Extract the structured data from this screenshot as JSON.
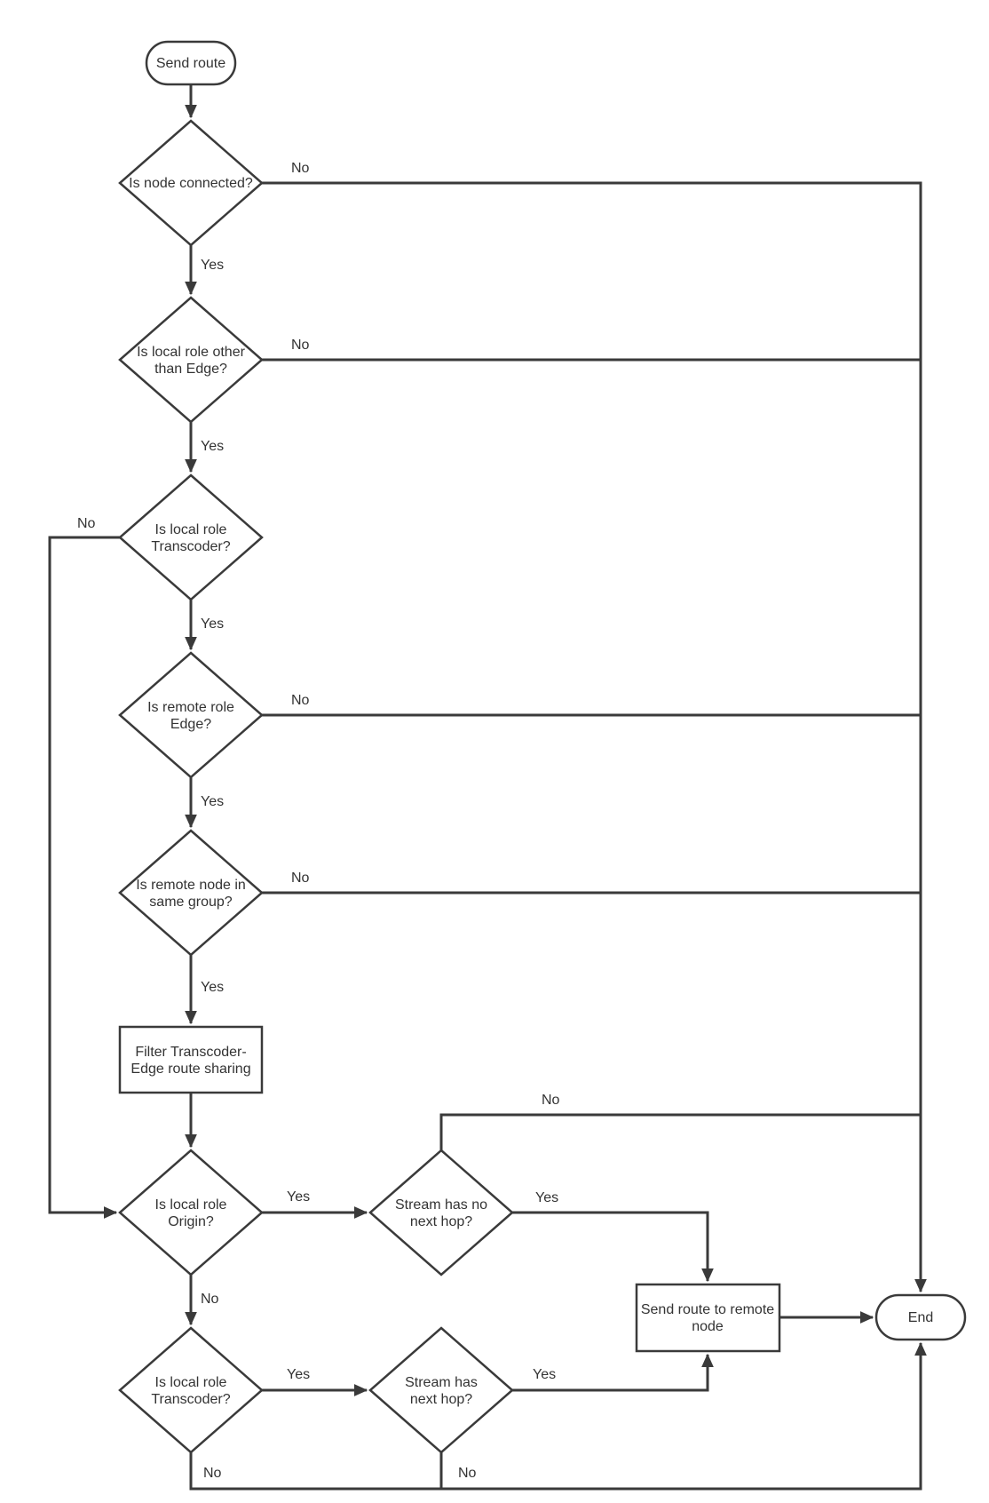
{
  "diagram": {
    "type": "flowchart",
    "colors": {
      "stroke": "#3a3a3a",
      "text": "#333333",
      "node_fill": "#ffffff",
      "background": "#ffffff"
    },
    "nodes": {
      "start": {
        "shape": "terminator",
        "label": "Send route"
      },
      "is_node_connected": {
        "shape": "decision",
        "lines": [
          "Is node connected?"
        ]
      },
      "is_local_role_other_than_edge": {
        "shape": "decision",
        "lines": [
          "Is local role other",
          "than Edge?"
        ]
      },
      "is_local_role_transcoder": {
        "shape": "decision",
        "lines": [
          "Is local role",
          "Transcoder?"
        ]
      },
      "is_remote_role_edge": {
        "shape": "decision",
        "lines": [
          "Is remote role",
          "Edge?"
        ]
      },
      "is_remote_node_in_same_group": {
        "shape": "decision",
        "lines": [
          "Is remote node in",
          "same group?"
        ]
      },
      "filter_transcoder_edge_route_sharing": {
        "shape": "process",
        "lines": [
          "Filter Transcoder-",
          "Edge route sharing"
        ]
      },
      "is_local_role_origin": {
        "shape": "decision",
        "lines": [
          "Is local role",
          "Origin?"
        ]
      },
      "stream_has_no_next_hop": {
        "shape": "decision",
        "lines": [
          "Stream has no",
          "next hop?"
        ]
      },
      "is_local_role_transcoder_2": {
        "shape": "decision",
        "lines": [
          "Is local role",
          "Transcoder?"
        ]
      },
      "stream_has_next_hop": {
        "shape": "decision",
        "lines": [
          "Stream has",
          "next hop?"
        ]
      },
      "send_route_to_remote_node": {
        "shape": "process",
        "lines": [
          "Send route to remote",
          "node"
        ]
      },
      "end": {
        "shape": "terminator",
        "label": "End"
      }
    },
    "edge_labels": {
      "node_connected_no": "No",
      "node_connected_yes": "Yes",
      "role_other_than_edge_no": "No",
      "role_other_than_edge_yes": "Yes",
      "local_transcoder_no": "No",
      "local_transcoder_yes": "Yes",
      "remote_edge_no": "No",
      "remote_edge_yes": "Yes",
      "same_group_no": "No",
      "same_group_yes": "Yes",
      "origin_yes": "Yes",
      "origin_no": "No",
      "no_next_hop_no": "No",
      "no_next_hop_yes": "Yes",
      "transcoder2_yes": "Yes",
      "transcoder2_no": "No",
      "next_hop_yes": "Yes",
      "next_hop_no": "No"
    }
  }
}
